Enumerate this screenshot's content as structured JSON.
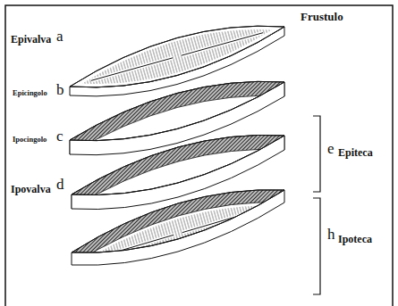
{
  "diagram": {
    "labels": [
      "Frustulo",
      "Epivalva",
      "a",
      "Epicingolo",
      "b",
      "Ipocingolo",
      "c",
      "e",
      "Epiteca",
      "Ipovalva",
      "d",
      "h",
      "Ipoteca"
    ]
  }
}
